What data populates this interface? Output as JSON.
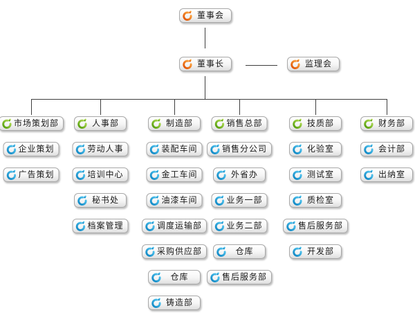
{
  "org": {
    "root": {
      "label": "董事会"
    },
    "chairman": {
      "label": "董事长"
    },
    "supervisor": {
      "label": "监理会"
    },
    "departments": [
      {
        "label": "市场策划部",
        "children": [
          "企业策划",
          "广告策划"
        ]
      },
      {
        "label": "人事部",
        "children": [
          "劳动人事",
          "培训中心",
          "秘书处",
          "档案管理"
        ]
      },
      {
        "label": "制造部",
        "children": [
          "装配车间",
          "金工车间",
          "油漆车间",
          "调度运输部",
          "采购供应部",
          "仓库",
          "铸造部"
        ]
      },
      {
        "label": "销售总部",
        "children": [
          "销售分公司",
          "外省办",
          "业务一部",
          "业务二部",
          "仓库",
          "售后服务部"
        ]
      },
      {
        "label": "技质部",
        "children": [
          "化验室",
          "测试室",
          "质检室",
          "售后服务部",
          "开发部"
        ]
      },
      {
        "label": "财务部",
        "children": [
          "会计部",
          "出纳室"
        ]
      }
    ],
    "colors": {
      "executive_icon": "#f07c18",
      "department_icon": "#6fb12a",
      "unit_icon": "#1ba2dc",
      "connector": "#3e3e3e"
    }
  }
}
